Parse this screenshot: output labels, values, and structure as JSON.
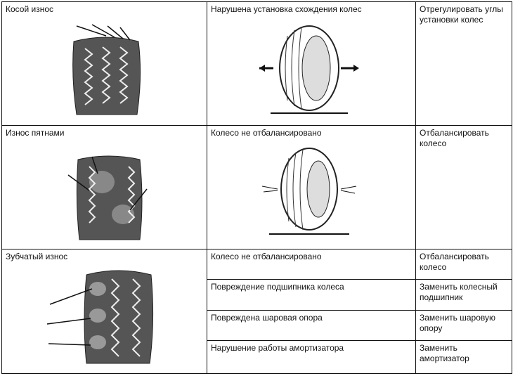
{
  "rows": [
    {
      "symptom": "Косой износ",
      "causes": [
        {
          "cause": "Нарушена установка схождения колес",
          "remedy": "Отрегулировать углы установки колес"
        }
      ]
    },
    {
      "symptom": "Износ пятнами",
      "causes": [
        {
          "cause": "Колесо не отбалансировано",
          "remedy": "Отбалансировать колесо"
        }
      ]
    },
    {
      "symptom": "Зубчатый износ",
      "causes": [
        {
          "cause": "Колесо не отбалансировано",
          "remedy": "Отбалансировать колесо"
        },
        {
          "cause": "Повреждение подшипника колеса",
          "remedy": "Заменить колесный подшипник"
        },
        {
          "cause": "Повреждена шаровая опора",
          "remedy": "Заменить шаровую опору"
        },
        {
          "cause": "Нарушение работы амортизатора",
          "remedy": "Заменить амортизатор"
        }
      ]
    }
  ]
}
